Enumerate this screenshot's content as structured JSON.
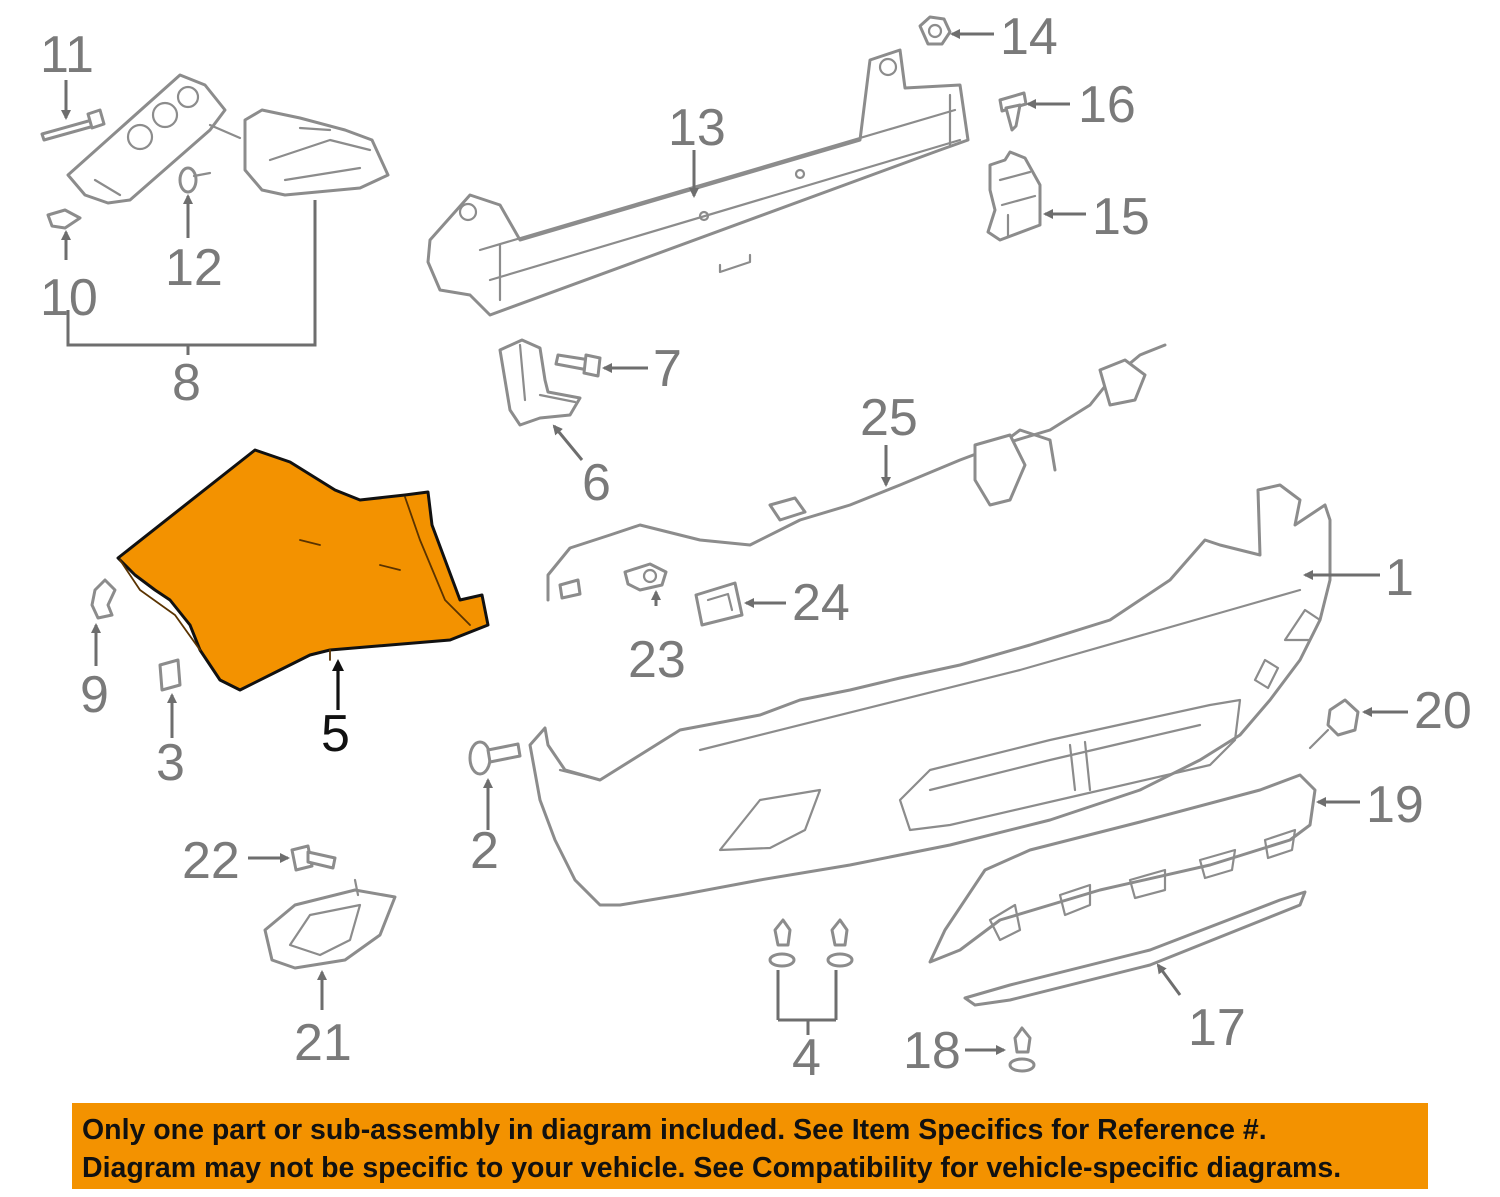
{
  "callouts": {
    "c1": "1",
    "c2": "2",
    "c3": "3",
    "c4": "4",
    "c5": "5",
    "c6": "6",
    "c7": "7",
    "c8": "8",
    "c9": "9",
    "c10": "10",
    "c11": "11",
    "c12": "12",
    "c13": "13",
    "c14": "14",
    "c15": "15",
    "c16": "16",
    "c17": "17",
    "c18": "18",
    "c19": "19",
    "c20": "20",
    "c21": "21",
    "c22": "22",
    "c23": "23",
    "c24": "24",
    "c25": "25"
  },
  "highlighted_part": "5",
  "notice": {
    "line1": "Only one part or sub-assembly in diagram included. See Item Specifics for Reference #.",
    "line2": "Diagram may not be specific to your vehicle. See Compatibility for vehicle-specific diagrams."
  },
  "colors": {
    "highlight": "#f39200",
    "linework": "#8c8c8c",
    "callout_text": "#7a7a7a",
    "notice_background": "#f39200"
  }
}
